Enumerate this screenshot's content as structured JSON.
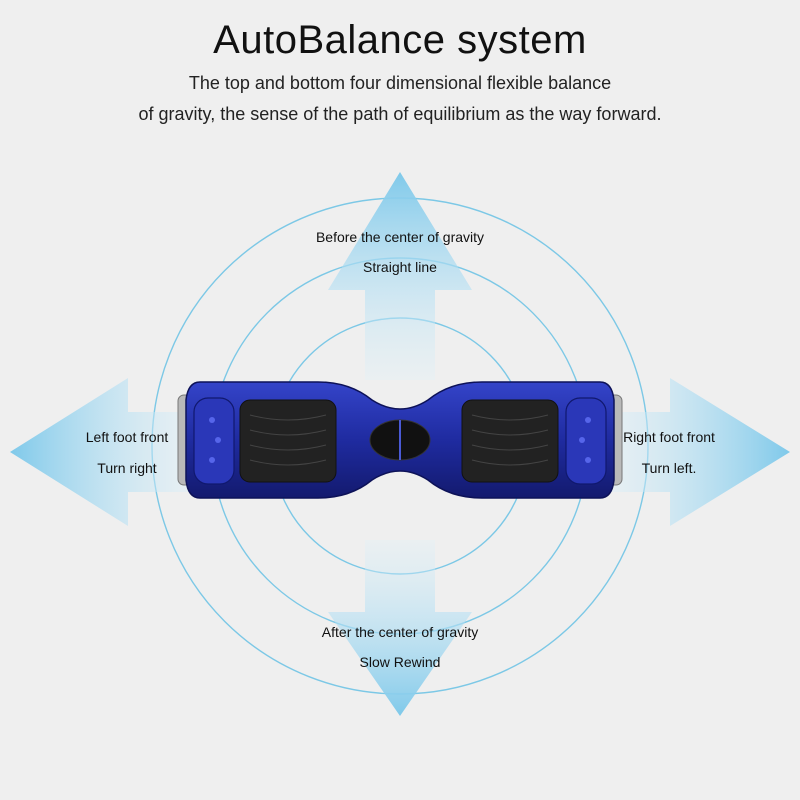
{
  "header": {
    "title": "AutoBalance system",
    "subtitle_line1": "The top and bottom four dimensional flexible balance",
    "subtitle_line2": "of gravity, the sense of the path of equilibrium as the way forward."
  },
  "directions": {
    "forward": {
      "line1": "Before the center of gravity",
      "line2": "Straight line"
    },
    "backward": {
      "line1": "After the center of gravity",
      "line2": "Slow Rewind"
    },
    "left": {
      "line1": "Left foot front",
      "line2": "Turn right"
    },
    "right": {
      "line1": "Right foot front",
      "line2": "Turn left."
    }
  },
  "colors": {
    "background": "#efefef",
    "arrow": "#8fd0ec",
    "ring": "#7cc8e6",
    "board_body": "#1f2ba0",
    "foot_pad": "#222222"
  },
  "icons": {
    "forward_arrow": "arrow-up-icon",
    "backward_arrow": "arrow-down-icon",
    "left_arrow": "arrow-left-icon",
    "right_arrow": "arrow-right-icon",
    "device": "hoverboard-icon"
  }
}
